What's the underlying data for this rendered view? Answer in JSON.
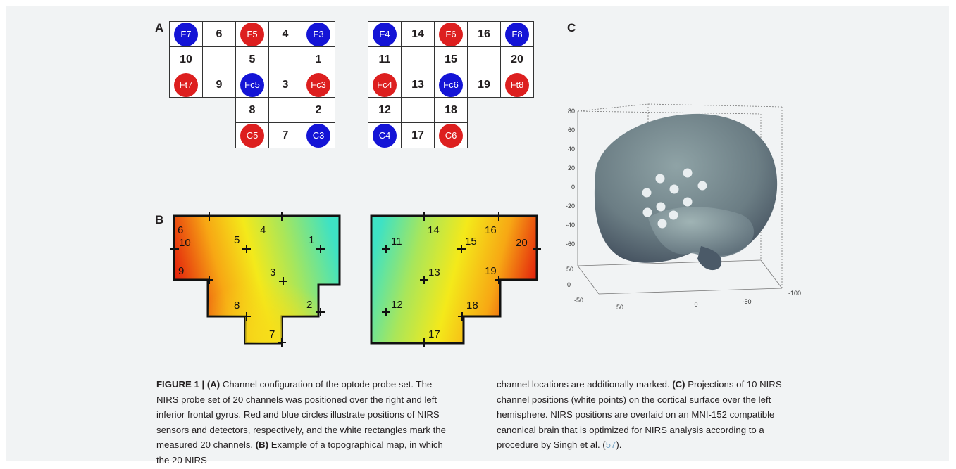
{
  "panels": {
    "a": "A",
    "b": "B",
    "c": "C"
  },
  "grid_left": {
    "rows": [
      [
        {
          "t": "F7",
          "c": "blue"
        },
        {
          "t": "6"
        },
        {
          "t": "F5",
          "c": "red"
        },
        {
          "t": "4"
        },
        {
          "t": "F3",
          "c": "blue"
        }
      ],
      [
        {
          "t": "10"
        },
        {
          "t": ""
        },
        {
          "t": "5"
        },
        {
          "t": ""
        },
        {
          "t": "1"
        }
      ],
      [
        {
          "t": "Ft7",
          "c": "red"
        },
        {
          "t": "9"
        },
        {
          "t": "Fc5",
          "c": "blue"
        },
        {
          "t": "3"
        },
        {
          "t": "Fc3",
          "c": "red"
        }
      ],
      [
        null,
        null,
        {
          "t": "8"
        },
        {
          "t": ""
        },
        {
          "t": "2"
        }
      ],
      [
        null,
        null,
        {
          "t": "C5",
          "c": "red"
        },
        {
          "t": "7"
        },
        {
          "t": "C3",
          "c": "blue"
        }
      ]
    ]
  },
  "grid_right": {
    "rows": [
      [
        {
          "t": "F4",
          "c": "blue"
        },
        {
          "t": "14"
        },
        {
          "t": "F6",
          "c": "red"
        },
        {
          "t": "16"
        },
        {
          "t": "F8",
          "c": "blue"
        }
      ],
      [
        {
          "t": "11"
        },
        {
          "t": ""
        },
        {
          "t": "15"
        },
        {
          "t": ""
        },
        {
          "t": "20"
        }
      ],
      [
        {
          "t": "Fc4",
          "c": "red"
        },
        {
          "t": "13"
        },
        {
          "t": "Fc6",
          "c": "blue"
        },
        {
          "t": "19"
        },
        {
          "t": "Ft8",
          "c": "red"
        }
      ],
      [
        {
          "t": "12"
        },
        {
          "t": ""
        },
        {
          "t": "18"
        },
        null,
        null
      ],
      [
        {
          "t": "C4",
          "c": "blue"
        },
        {
          "t": "17"
        },
        {
          "t": "C6",
          "c": "red"
        },
        null,
        null
      ]
    ]
  },
  "map_left_labels": [
    "6",
    "4",
    "10",
    "5",
    "1",
    "9",
    "3",
    "8",
    "2",
    "7"
  ],
  "map_right_labels": [
    "14",
    "16",
    "11",
    "15",
    "20",
    "13",
    "19",
    "12",
    "18",
    "17"
  ],
  "brain_axes": {
    "z_ticks": [
      "80",
      "60",
      "40",
      "20",
      "0",
      "-20",
      "-40",
      "-60"
    ],
    "y_ticks": [
      "50",
      "0",
      "-50"
    ],
    "x_ticks": [
      "50",
      "0",
      "-50",
      "-100"
    ]
  },
  "colors": {
    "red": "#dd1f1f",
    "blue": "#1414d6",
    "caption_bg": "#f1f3f4",
    "ref": "#7aa7c7"
  },
  "caption": {
    "left": {
      "prefix": "FIGURE 1 | (A)",
      "t1": " Channel configuration of the optode probe set. The NIRS probe set of 20 channels was positioned over the right and left inferior frontal gyrus. Red and blue circles illustrate positions of NIRS sensors and detectors, respectively, and the white rectangles mark the measured 20 channels. ",
      "b": "(B)",
      "t2": " Example of a topographical map, in which the 20 NIRS"
    },
    "right": {
      "t1": "channel locations are additionally marked. ",
      "c": "(C)",
      "t2": " Projections of 10 NIRS channel positions (white points) on the cortical surface over the left hemisphere. NIRS positions are overlaid on an MNI-152 compatible canonical brain that is optimized for NIRS analysis according to a procedure by Singh et al. (",
      "ref": "57",
      "t3": ")."
    }
  }
}
